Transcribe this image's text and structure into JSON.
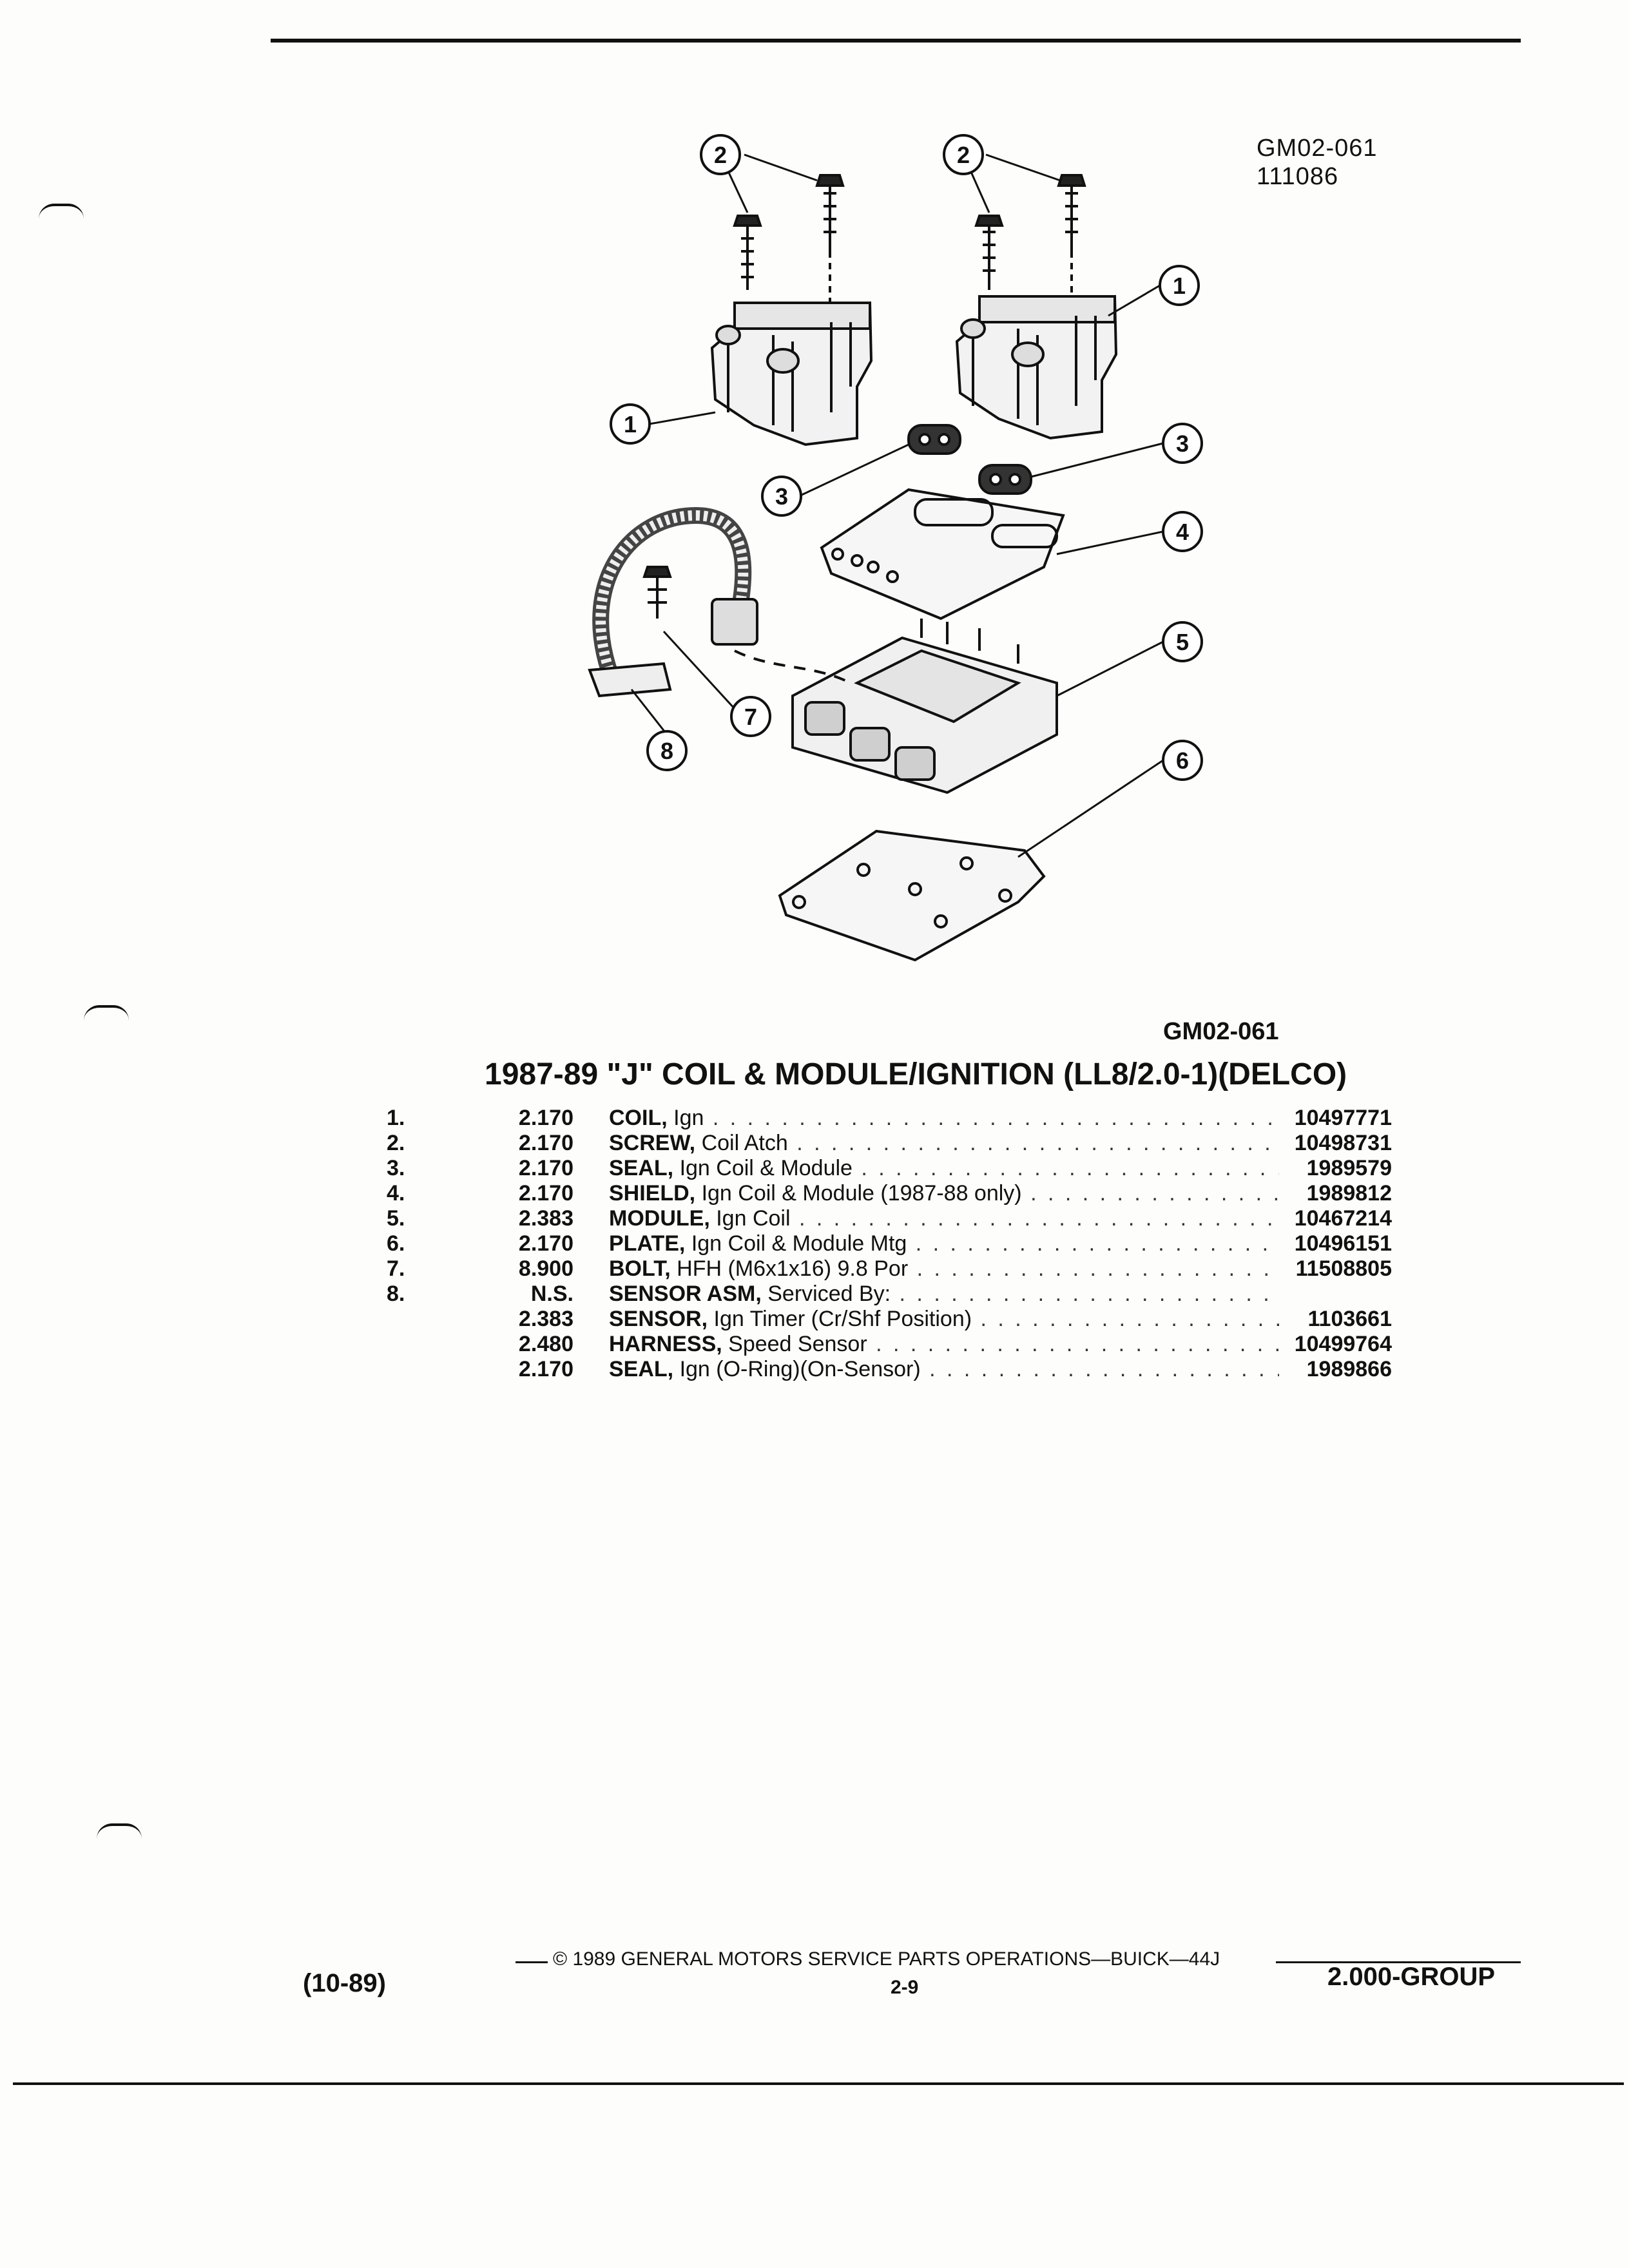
{
  "header": {
    "fig_code": "GM02-061",
    "fig_date": "111086"
  },
  "figure": {
    "callouts": [
      "1",
      "2",
      "3",
      "4",
      "5",
      "6",
      "7",
      "8"
    ],
    "caption_code": "GM02-061"
  },
  "section": {
    "title": "1987-89 \"J\" COIL & MODULE/IGNITION (LL8/2.0-1)(DELCO)"
  },
  "parts": [
    {
      "num": "1.",
      "group": "2.170",
      "name": "COIL,",
      "detail": " Ign",
      "part_no": "10497771"
    },
    {
      "num": "2.",
      "group": "2.170",
      "name": "SCREW,",
      "detail": " Coil Atch",
      "part_no": "10498731"
    },
    {
      "num": "3.",
      "group": "2.170",
      "name": "SEAL,",
      "detail": " Ign Coil & Module",
      "part_no": "1989579"
    },
    {
      "num": "4.",
      "group": "2.170",
      "name": "SHIELD,",
      "detail": " Ign Coil & Module (1987-88 only)",
      "part_no": "1989812"
    },
    {
      "num": "5.",
      "group": "2.383",
      "name": "MODULE,",
      "detail": " Ign Coil",
      "part_no": "10467214"
    },
    {
      "num": "6.",
      "group": "2.170",
      "name": "PLATE,",
      "detail": " Ign Coil & Module Mtg",
      "part_no": "10496151"
    },
    {
      "num": "7.",
      "group": "8.900",
      "name": "BOLT,",
      "detail": " HFH (M6x1x16) 9.8 Por",
      "part_no": "11508805"
    },
    {
      "num": "8.",
      "group": "N.S.",
      "name": "SENSOR ASM,",
      "detail": " Serviced By:",
      "part_no": ""
    },
    {
      "num": "",
      "group": "2.383",
      "name": "SENSOR,",
      "detail": " Ign Timer (Cr/Shf Position)",
      "part_no": "1103661"
    },
    {
      "num": "",
      "group": "2.480",
      "name": "HARNESS,",
      "detail": " Speed Sensor",
      "part_no": "10499764"
    },
    {
      "num": "",
      "group": "2.170",
      "name": "SEAL,",
      "detail": " Ign (O-Ring)(On-Sensor)",
      "part_no": "1989866"
    }
  ],
  "footer": {
    "copyright": "© 1989 GENERAL MOTORS SERVICE PARTS OPERATIONS—BUICK—44J",
    "page": "2-9",
    "date": "(10-89)",
    "group": "2.000-GROUP"
  }
}
